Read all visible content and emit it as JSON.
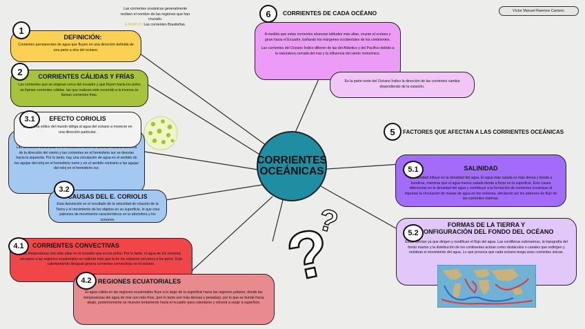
{
  "central": {
    "line1": "CORRIENTES",
    "line2": "OCEÁNICAS"
  },
  "author": "Víctor Manuel Ramírez Cantero.",
  "top_note": {
    "line1": "Las corrientes oceánicas generalmente",
    "line2": "reciben el nombre de las regiones que han",
    "line3": "cruzado.",
    "example_label": "EJEMPLO:",
    "example_text": "Las corrientes Brasileñas."
  },
  "n1": {
    "badge": "1",
    "title": "DEFINICIÓN:",
    "text": "Corrientes permanentes de agua que fluyen en una dirección definida de una parte a otra del océano."
  },
  "n2": {
    "badge": "2",
    "title": "CORRIENTES CÁLIDAS Y FRÍAS",
    "text": "Las corrientes que se originan cerca del ecuador y que fluyen hacia los polos se llaman corrientes cálidas. las que realizan este recorrido a la inversa se llaman corrientes frías."
  },
  "n31": {
    "badge": "3.1",
    "title": "EFECTO CORIOLIS",
    "text": "El sistema eólico del mundo obliga al agua del océano a moverse en una dirección particular.",
    "detail": "Las corrientes oceánicas en el hemisferio norte se desvían hacia la derecha de la dirección del viento y las corrientes en el hemisferio sur se desvían hacia la izquierda. Por lo tanto, hay una circulación de agua en el sentido de las agujas del reloj en el hemisferio norte y en el sentido contrario a las agujas del reloj en el hemisferio sur."
  },
  "n32": {
    "badge": "3.2",
    "title": "CAUSAS DEL E. CORIOLIS",
    "text": "Esta desviación es el resultado de la velocidad de rotación de la Tierra y el movimiento de los objetos en su superficie, lo que crea patrones de movimiento característicos en la atmósfera y los océanos."
  },
  "n41": {
    "badge": "4.1",
    "title": "CORRIENTES CONVECTIVAS",
    "text": "Las temperaturas son más altas en el ecuador que en los polos. Por lo tanto, el agua de los océanos cercanos a las regiones ecuatoriales se calienta más que la de los océanos cercanos a los polos. Este calentamiento desigual genera corrientes convectivas en el océano."
  },
  "n42": {
    "badge": "4.2",
    "title": "REGIONES ECUATORIALES",
    "text": "El agua cálida en las regiones ecuatoriales fluye a lo largo de la superficie hacia las regiones polares, donde las temperaturas del agua de mar son más frías, (por lo tanto son más densas y pesadas), por lo que se hunde hacia abajo, posteriormente se mueven lentamente hacia el ecuador para calentarse y volverá a surgir a superficie."
  },
  "n6": {
    "badge": "6",
    "title": "CORRIENTES DE CADA OCÉANO",
    "text1": "A medida que estas corrientes alcanzan latitudes más altas, cruzan el océano y giran hacia el Ecuador, bañando los márgenes occidentales de los continentes.",
    "text2": "Las corrientes del Océano Índico difieren de las del Atlántico y del Pacífico debido a la naturaleza cerrada del mar y la influencia del viento monzónico.",
    "text3": "En la parte norte del Océano Índico la dirección de las corrientes cambia dependiendo de la estación."
  },
  "n5": {
    "badge": "5",
    "title": "FACTORES QUE AFECTAN A LAS CORRIENTES OCEÁNICAS"
  },
  "n51": {
    "badge": "5.1",
    "title": "SALINIDAD",
    "text": "La salinidad influye en la densidad del agua. El agua más salada es más densa y tiende a hundirse, mientras que el agua menos salada tiende a flotar en la superficie. Esto causa diferencias en la densidad del agua y contribuye a la formación de corrientes oceánicas al impulsar la circulación de masas de agua en los océanos, afectando así los patrones de flujo de las corrientes marinas."
  },
  "n52": {
    "badge": "5.2",
    "title1": "FORMAS DE LA TIERRA Y",
    "title2": "CONFIGURACIÓN DEL FONDO DEL OCÉANO",
    "text": "Estas afectan ya que dirigen y modifican el flujo del agua. Las cordilleras submarinas, la topografía del fondo marino y la distribución de los continentes actúan como obstáculos o canales que redirigen y moldean el movimiento del agua. Lo que provoca que cada océano tenga unas corrientes únicas."
  },
  "question_marks": {
    "small": "?",
    "large": "?"
  },
  "colors": {
    "yellow": "#fbd154",
    "green": "#a5c43c",
    "blue": "#a3c9f3",
    "red": "#f0464a",
    "pink": "#e88a8e",
    "violet": "#ec9bf6",
    "purple": "#a26cf8",
    "lavender": "#e1c7fa",
    "teal": "#1f8ea3"
  }
}
